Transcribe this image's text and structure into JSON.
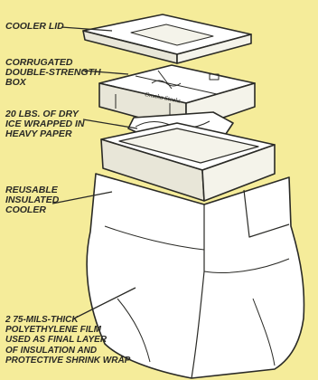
{
  "labels": {
    "cooler_lid": "COOLER LID",
    "corrugated_box": "CORRUGATED\nDOUBLE-STRENGTH\nBOX",
    "dry_ice": "20 LBS. OF DRY\nICE WRAPPED IN\nHEAVY PAPER",
    "cooler": "REUSABLE\nINSULATED\nCOOLER",
    "film": "2 75-MILS-THICK\nPOLYETHYLENE FILM\nUSED AS FINAL LAYER\nOF INSULATION AND\nPROTECTIVE SHRINK WRAP"
  },
  "box_brand_logo": "Omaha Steaks",
  "colors": {
    "background": "#f5ec9a",
    "ink": "#2a2a26",
    "surface": "#ffffff",
    "surface_shade": "#e8e6d8"
  }
}
